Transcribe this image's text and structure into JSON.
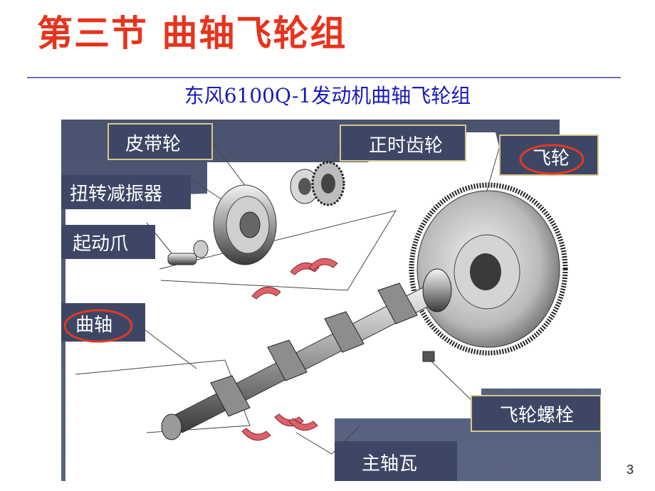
{
  "slide": {
    "title": "第三节  曲轴飞轮组",
    "subtitle": "东风6100Q-1发动机曲轴飞轮组",
    "page_number": "3"
  },
  "figure": {
    "labels": {
      "pulley": "皮带轮",
      "timing_gear": "正时齿轮",
      "flywheel": "飞轮",
      "damper": "扭转减振器",
      "starter_claw": "起动爪",
      "crankshaft": "曲轴",
      "flywheel_bolt": "飞轮螺栓",
      "main_bearing": "主轴瓦"
    }
  },
  "colors": {
    "title": "#e8331c",
    "subtitle": "#1a1ab8",
    "rule": "#6f6fc4",
    "figure_bg": "#4a5575",
    "label_bg": "#3d4765",
    "label_border": "#d8c78a",
    "highlight": "#e23a20",
    "bearing": "#e0606a"
  }
}
